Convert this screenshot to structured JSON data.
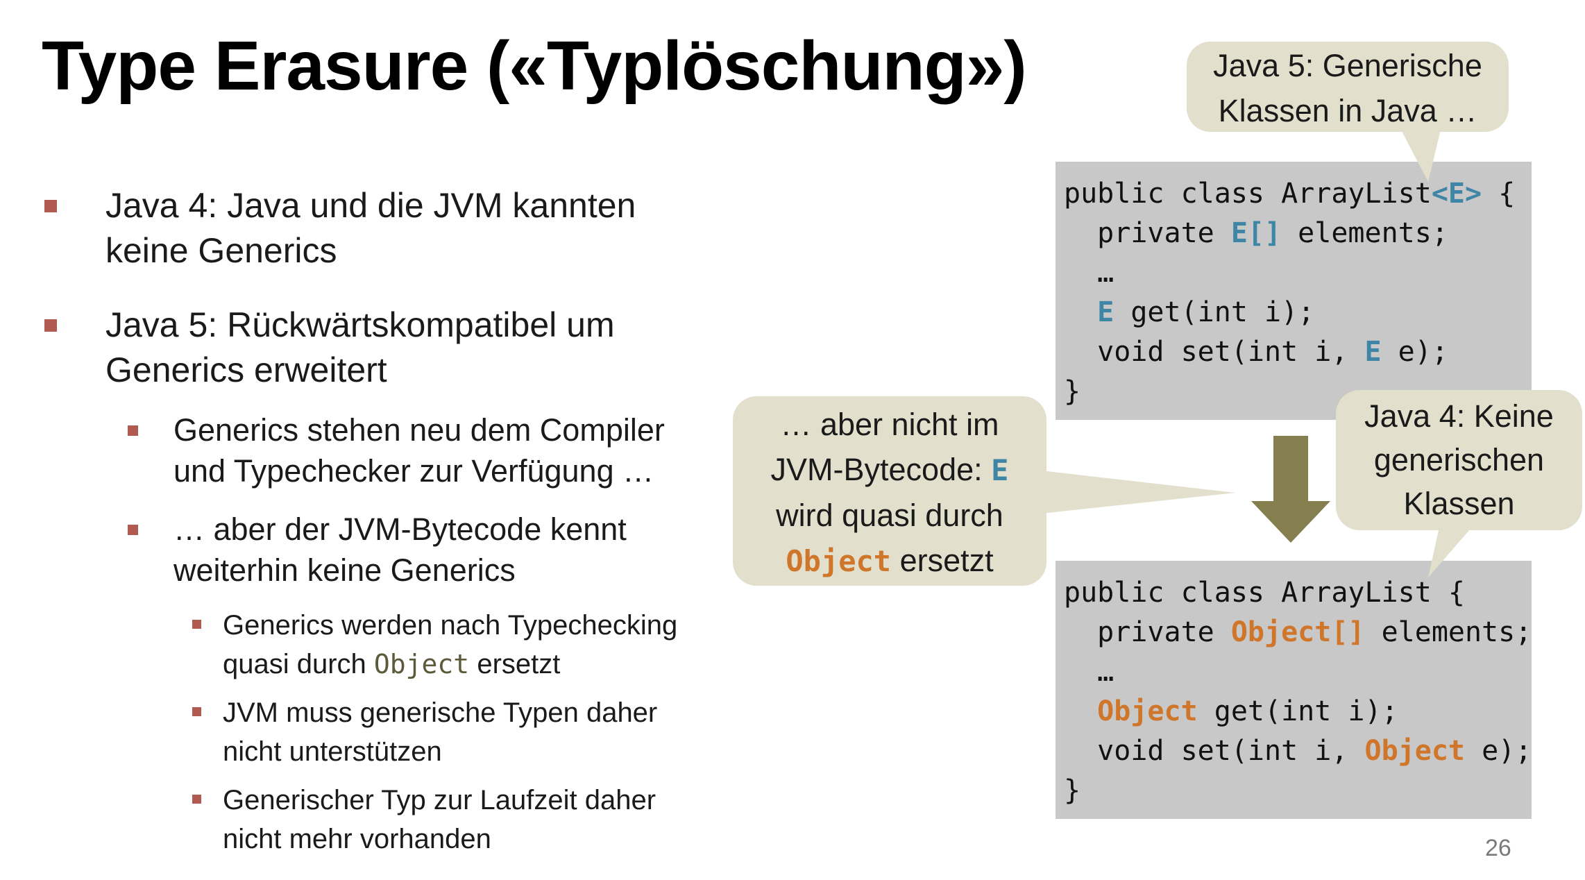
{
  "slide": {
    "title": "Type Erasure («Typlöschung»)",
    "page_number": "26"
  },
  "bullets": [
    {
      "level": 1,
      "lines": [
        "Java 4: Java und die JVM kannten",
        "keine Generics"
      ]
    },
    {
      "level": 1,
      "lines": [
        "Java 5: Rückwärtskompatibel um",
        "Generics erweitert"
      ]
    },
    {
      "level": 2,
      "lines": [
        "Generics stehen neu dem Compiler",
        "und Typechecker zur Verfügung …"
      ]
    },
    {
      "level": 2,
      "lines": [
        "… aber der JVM-Bytecode kennt",
        "weiterhin keine Generics"
      ]
    },
    {
      "level": 3,
      "lines": [
        "Generics werden nach Typechecking",
        "quasi durch"
      ],
      "inline_code": "Object",
      "line_suffix": " ersetzt"
    },
    {
      "level": 3,
      "lines": [
        "JVM muss generische Typen daher",
        "nicht unterstützen"
      ]
    },
    {
      "level": 3,
      "lines": [
        "Generischer Typ zur Laufzeit daher",
        "nicht mehr vorhanden"
      ]
    }
  ],
  "code_top": {
    "l1_pre": "public class ArrayList",
    "l1_type": "<E>",
    "l1_post": " {",
    "l2_pre": "  private ",
    "l2_type": "E[]",
    "l2_post": " elements;",
    "l3": "  …",
    "l4_pre": "  ",
    "l4_type": "E",
    "l4_post": " get(int i);",
    "l5_pre": "  void set(int i, ",
    "l5_type": "E",
    "l5_post": " e);",
    "l6": "}"
  },
  "code_bottom": {
    "l1": "public class ArrayList {",
    "l2_pre": "  private ",
    "l2_type": "Object[]",
    "l2_post": " elements;",
    "l3": "  …",
    "l4_pre": "  ",
    "l4_type": "Object",
    "l4_post": " get(int i);",
    "l5_pre": "  void set(int i, ",
    "l5_type": "Object",
    "l5_post": " e);",
    "l6": "}"
  },
  "callouts": {
    "top": [
      "Java 5: Generische",
      "Klassen in Java …"
    ],
    "left": {
      "line1": "… aber nicht im",
      "line2_pre": "JVM-Bytecode: ",
      "line2_code": "E",
      "line3": "wird quasi durch",
      "line4_code": "Object",
      "line4_post": " ersetzt"
    },
    "right": [
      "Java 4: Keine",
      "generischen",
      "Klassen"
    ]
  },
  "colors": {
    "accent_marker": "#b05a50",
    "code_bg": "#c8c8c8",
    "generic_type": "#3f86a6",
    "object_type": "#d0762a",
    "callout_bg": "#e2e0cd",
    "arrow": "#857e4f"
  }
}
